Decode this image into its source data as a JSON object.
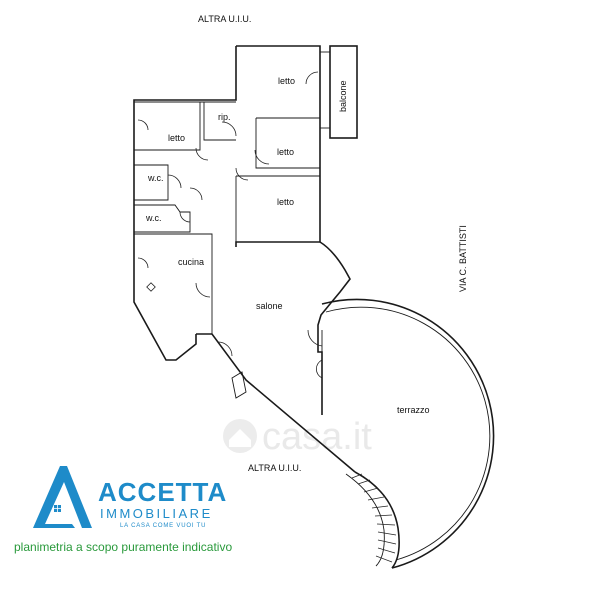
{
  "labels": {
    "top_neighbor": "ALTRA U.I.U.",
    "bottom_neighbor": "ALTRA U.I.U.",
    "street": "VIA C. BATTISTI",
    "balcony": "balcone",
    "bedroom_top": "letto",
    "bedroom_left": "letto",
    "bedroom_mid": "letto",
    "bedroom_lower": "letto",
    "storage": "rip.",
    "bathroom_1": "w.c.",
    "bathroom_2": "w.c.",
    "kitchen": "cucina",
    "living_room": "salone",
    "terrace": "terrazzo"
  },
  "watermark": "casa.it",
  "logo": {
    "name": "ACCETTA",
    "subtitle": "IMMOBILIARE",
    "tagline": "LA CASA COME VUOI TU",
    "color": "#1e8bc9"
  },
  "disclaimer": "planimetria a scopo puramente indicativo",
  "colors": {
    "wall": "#1a1a1a",
    "disclaimer_text": "#2a9a3c",
    "watermark": "#e9e9e9"
  }
}
